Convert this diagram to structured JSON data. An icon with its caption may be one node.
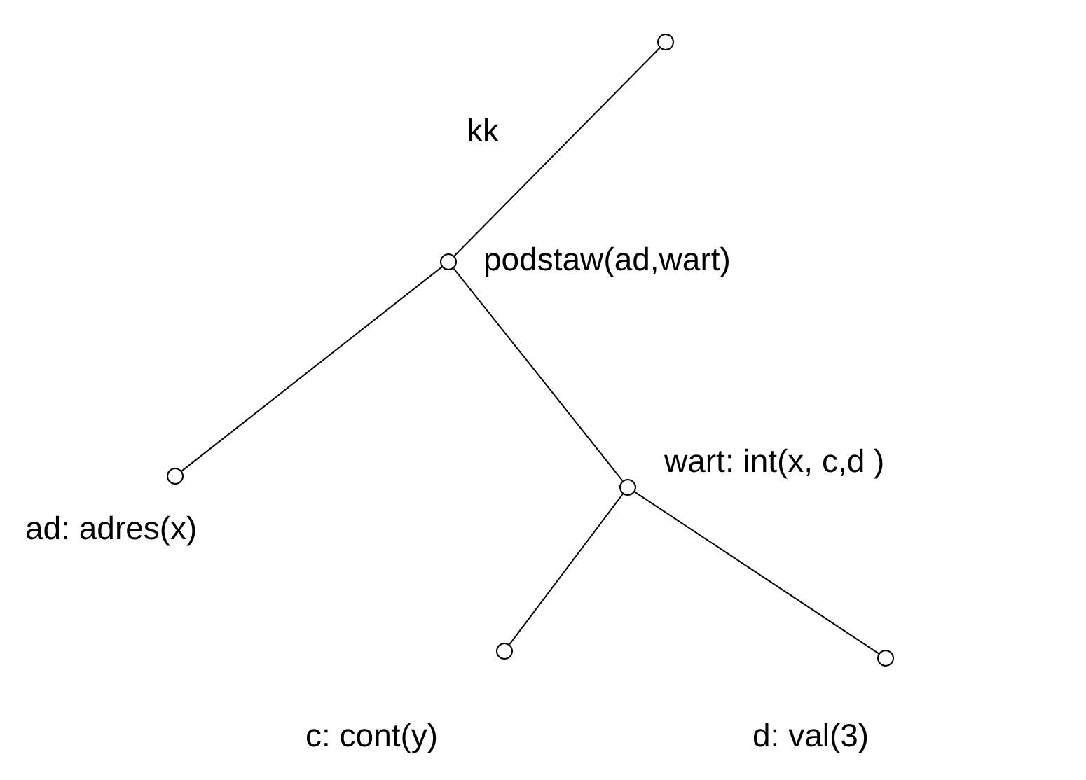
{
  "diagram": {
    "nodes": [
      {
        "text": [],
        "shape": "circle"
      },
      {
        "text": [],
        "shape": "circle",
        "beside": [
          "podstaw(ad,wart)"
        ]
      },
      {
        "text": [],
        "shape": "circle",
        "beside": [
          "ad: adres(x)"
        ]
      },
      {
        "text": [],
        "shape": "circle",
        "beside": [
          "wart: int(x, c,d )"
        ]
      },
      {
        "text": [],
        "shape": "circle",
        "beside": [
          "c: cont(y)"
        ]
      },
      {
        "text": [],
        "shape": "circle",
        "beside": [
          "d: val(3)"
        ]
      }
    ],
    "edges": [
      {
        "from": 0,
        "to": 1,
        "arrow": "none",
        "label": "kk"
      },
      {
        "from": 1,
        "to": 2,
        "arrow": "none"
      },
      {
        "from": 1,
        "to": 3,
        "arrow": "none"
      },
      {
        "from": 3,
        "to": 4,
        "arrow": "none"
      },
      {
        "from": 3,
        "to": 5,
        "arrow": "none"
      }
    ]
  }
}
